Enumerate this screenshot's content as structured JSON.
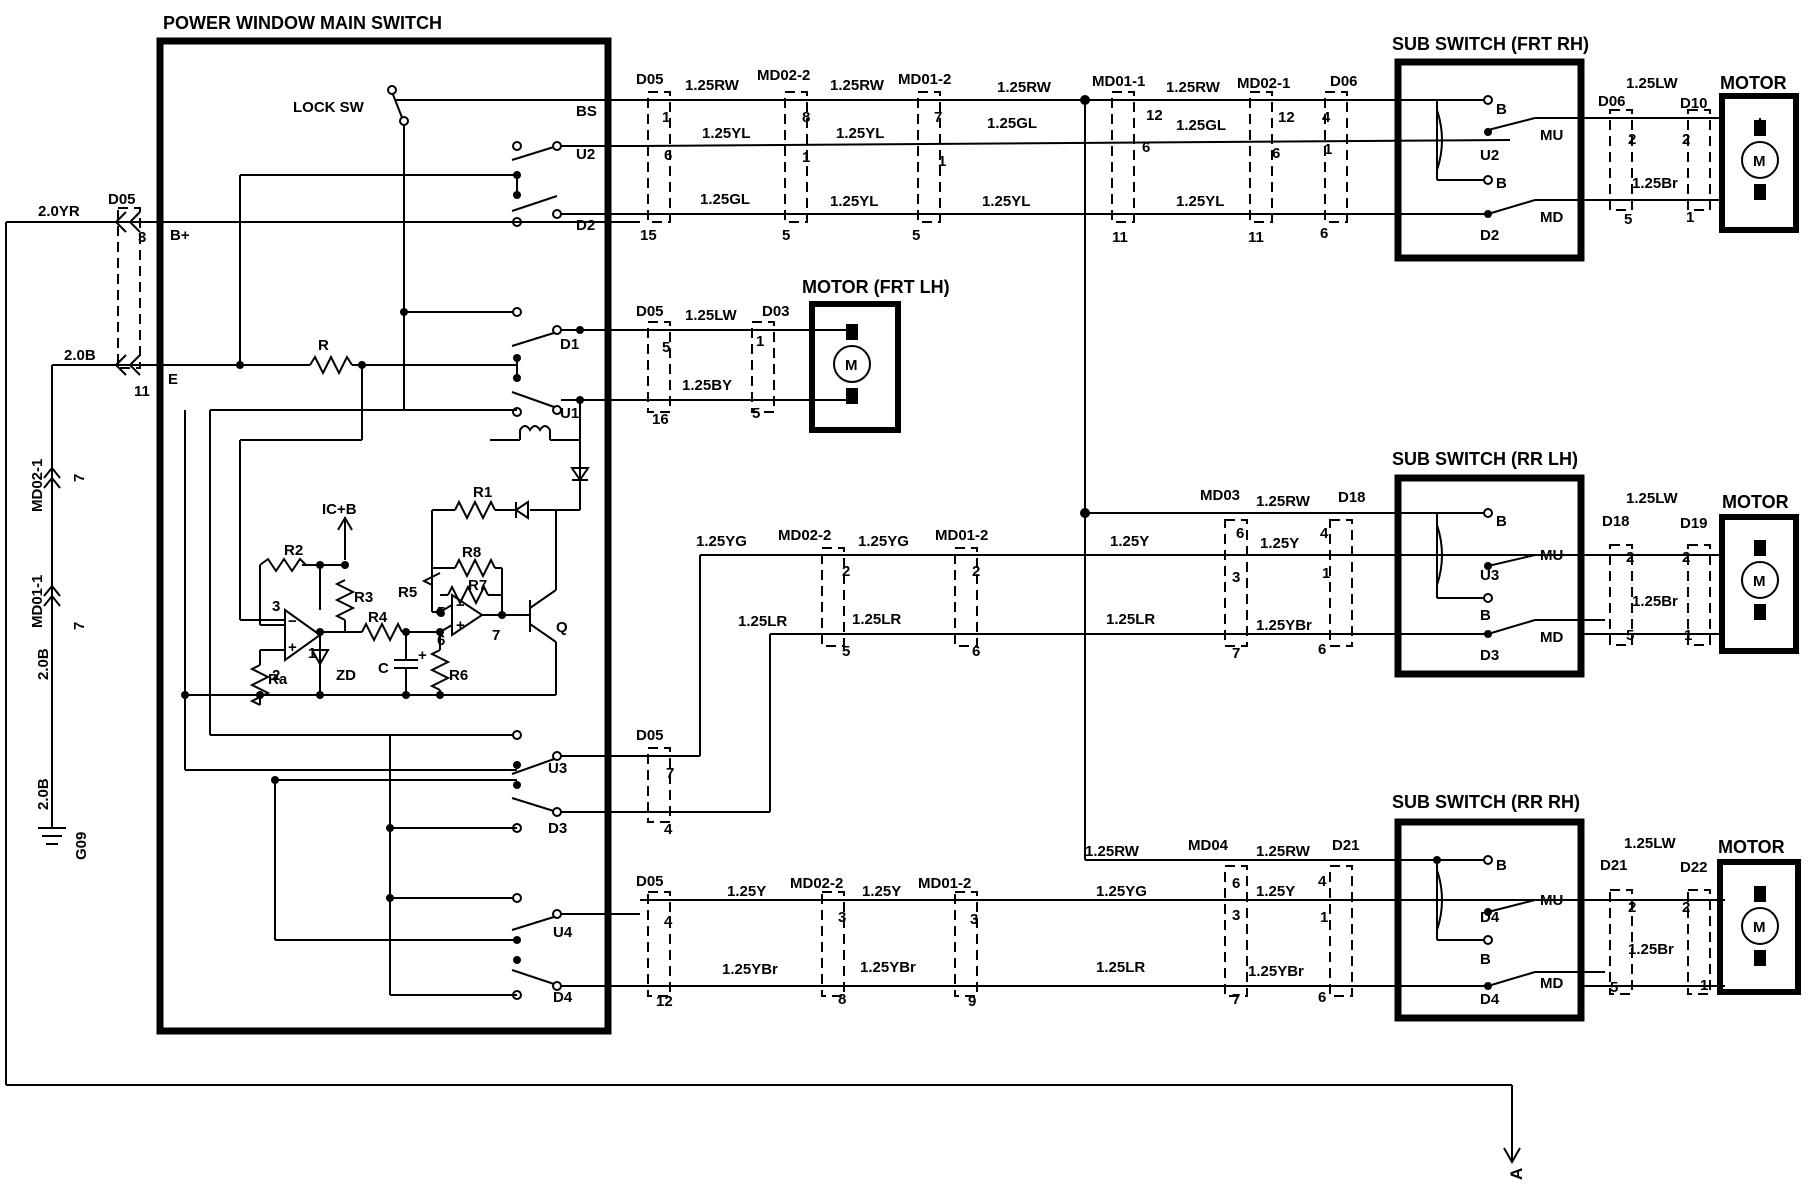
{
  "titles": {
    "main_switch": "POWER WINDOW MAIN SWITCH",
    "sub_frt_rh": "SUB SWITCH (FRT RH)",
    "sub_rr_lh": "SUB SWITCH (RR LH)",
    "sub_rr_rh": "SUB SWITCH (RR RH)",
    "motor_frt_lh": "MOTOR (FRT LH)",
    "motor": "MOTOR"
  },
  "main_switch": {
    "lock_sw": "LOCK SW",
    "terminals": {
      "bs": "BS",
      "u2": "U2",
      "d2": "D2",
      "bplus": "B+",
      "e": "E",
      "d1": "D1",
      "u1": "U1",
      "u3": "U3",
      "d3": "D3",
      "u4": "U4",
      "d4": "D4"
    },
    "components": {
      "r": "R",
      "r1": "R1",
      "r2": "R2",
      "r3": "R3",
      "r4": "R4",
      "r5": "R5",
      "r6": "R6",
      "r7": "R7",
      "r8": "R8",
      "ra": "Ra",
      "zd": "ZD",
      "c": "C",
      "q": "Q",
      "ic": "IC+B",
      "plus": "+",
      "minus": "−",
      "pin1": "1",
      "pin2": "2",
      "pin3": "3",
      "pin5": "5",
      "pin6": "6",
      "pin7": "7"
    }
  },
  "left": {
    "w_2_0yr": "2.0YR",
    "d05": "D05",
    "pin3": "3",
    "w_2_0b_a": "2.0B",
    "pin11": "11",
    "md02_1": "MD02-1",
    "md01_1": "MD01-1",
    "pin7a": "7",
    "pin7b": "7",
    "w_2_0b_b": "2.0B",
    "w_2_0b_c": "2.0B",
    "g09": "G09"
  },
  "row1": {
    "d05": "D05",
    "w1": "1.25RW",
    "md02_2": "MD02-2",
    "w2": "1.25RW",
    "md01_2": "MD01-2",
    "w3": "1.25RW",
    "md01_1": "MD01-1",
    "w4": "1.25RW",
    "md02_1": "MD02-1",
    "d06": "D06",
    "p1": "1",
    "p8": "8",
    "p7": "7",
    "p12a": "12",
    "p12b": "12",
    "p4": "4",
    "w5": "1.25YL",
    "w6": "1.25YL",
    "w7": "1.25GL",
    "w8": "1.25GL",
    "p6a": "6",
    "p1b": "1",
    "p1c": "1",
    "p6b": "6",
    "p6c": "6",
    "p1d": "1",
    "w9": "1.25GL",
    "w10": "1.25YL",
    "w11": "1.25YL",
    "w12": "1.25YL",
    "p15": "15",
    "p5a": "5",
    "p5b": "5",
    "p11a": "11",
    "p11b": "11",
    "p6d": "6"
  },
  "sub_frt_rh": {
    "b1": "B",
    "u2": "U2",
    "mu": "MU",
    "b2": "B",
    "d2": "D2",
    "md": "MD",
    "w_lw": "1.25LW",
    "d06": "D06",
    "d10": "D10",
    "p2a": "2",
    "p2b": "2",
    "w_br": "1.25Br",
    "p5": "5",
    "p1": "1",
    "m": "M"
  },
  "frt_lh": {
    "d05": "D05",
    "w1": "1.25LW",
    "d03": "D03",
    "p5": "5",
    "p1": "1",
    "w2": "1.25BY",
    "p16": "16",
    "p5b": "5",
    "m": "M"
  },
  "rr_lh": {
    "md03": "MD03",
    "w1": "1.25RW",
    "d18": "D18",
    "w2": "1.25Y",
    "p6": "6",
    "w3": "1.25Y",
    "p4": "4",
    "p3": "3",
    "p1": "1",
    "w4": "1.25LR",
    "w5": "1.25YBr",
    "p7": "7",
    "p6b": "6",
    "ygw": "1.25YG",
    "md02_2": "MD02-2",
    "ygw2": "1.25YG",
    "md01_2": "MD01-2",
    "p2a": "2",
    "p2b": "2",
    "lrw": "1.25LR",
    "lrw2": "1.25LR",
    "p5": "5",
    "p6c": "6",
    "d05": "D05",
    "p7b": "7",
    "p4b": "4"
  },
  "sub_rr_lh": {
    "b1": "B",
    "u3": "U3",
    "mu": "MU",
    "b2": "B",
    "d3": "D3",
    "md": "MD",
    "w_lw": "1.25LW",
    "d18": "D18",
    "d19": "D19",
    "p2a": "2",
    "p2b": "2",
    "w_br": "1.25Br",
    "p5": "5",
    "p1": "1",
    "m": "M"
  },
  "rr_rh": {
    "w0": "1.25RW",
    "md04": "MD04",
    "w1": "1.25RW",
    "d21": "D21",
    "d05": "D05",
    "w2": "1.25Y",
    "md02_2": "MD02-2",
    "w3": "1.25Y",
    "md01_2": "MD01-2",
    "w4": "1.25YG",
    "p6": "6",
    "w5": "1.25Y",
    "p4": "4",
    "p4a": "4",
    "p3a": "3",
    "p3b": "3",
    "p3c": "3",
    "p1": "1",
    "w6": "1.25YBr",
    "w7": "1.25YBr",
    "w8": "1.25LR",
    "w9": "1.25YBr",
    "p12": "12",
    "p8": "8",
    "p9": "9",
    "p7": "7",
    "p6b": "6"
  },
  "sub_rr_rh": {
    "b1": "B",
    "d4a": "D4",
    "mu": "MU",
    "b2": "B",
    "d4b": "D4",
    "md": "MD",
    "w_lw": "1.25LW",
    "d21": "D21",
    "d22": "D22",
    "p2a": "2",
    "p2b": "2",
    "w_br": "1.25Br",
    "p5": "5",
    "p1": "1",
    "m": "M"
  },
  "bottom": {
    "a": "A"
  }
}
